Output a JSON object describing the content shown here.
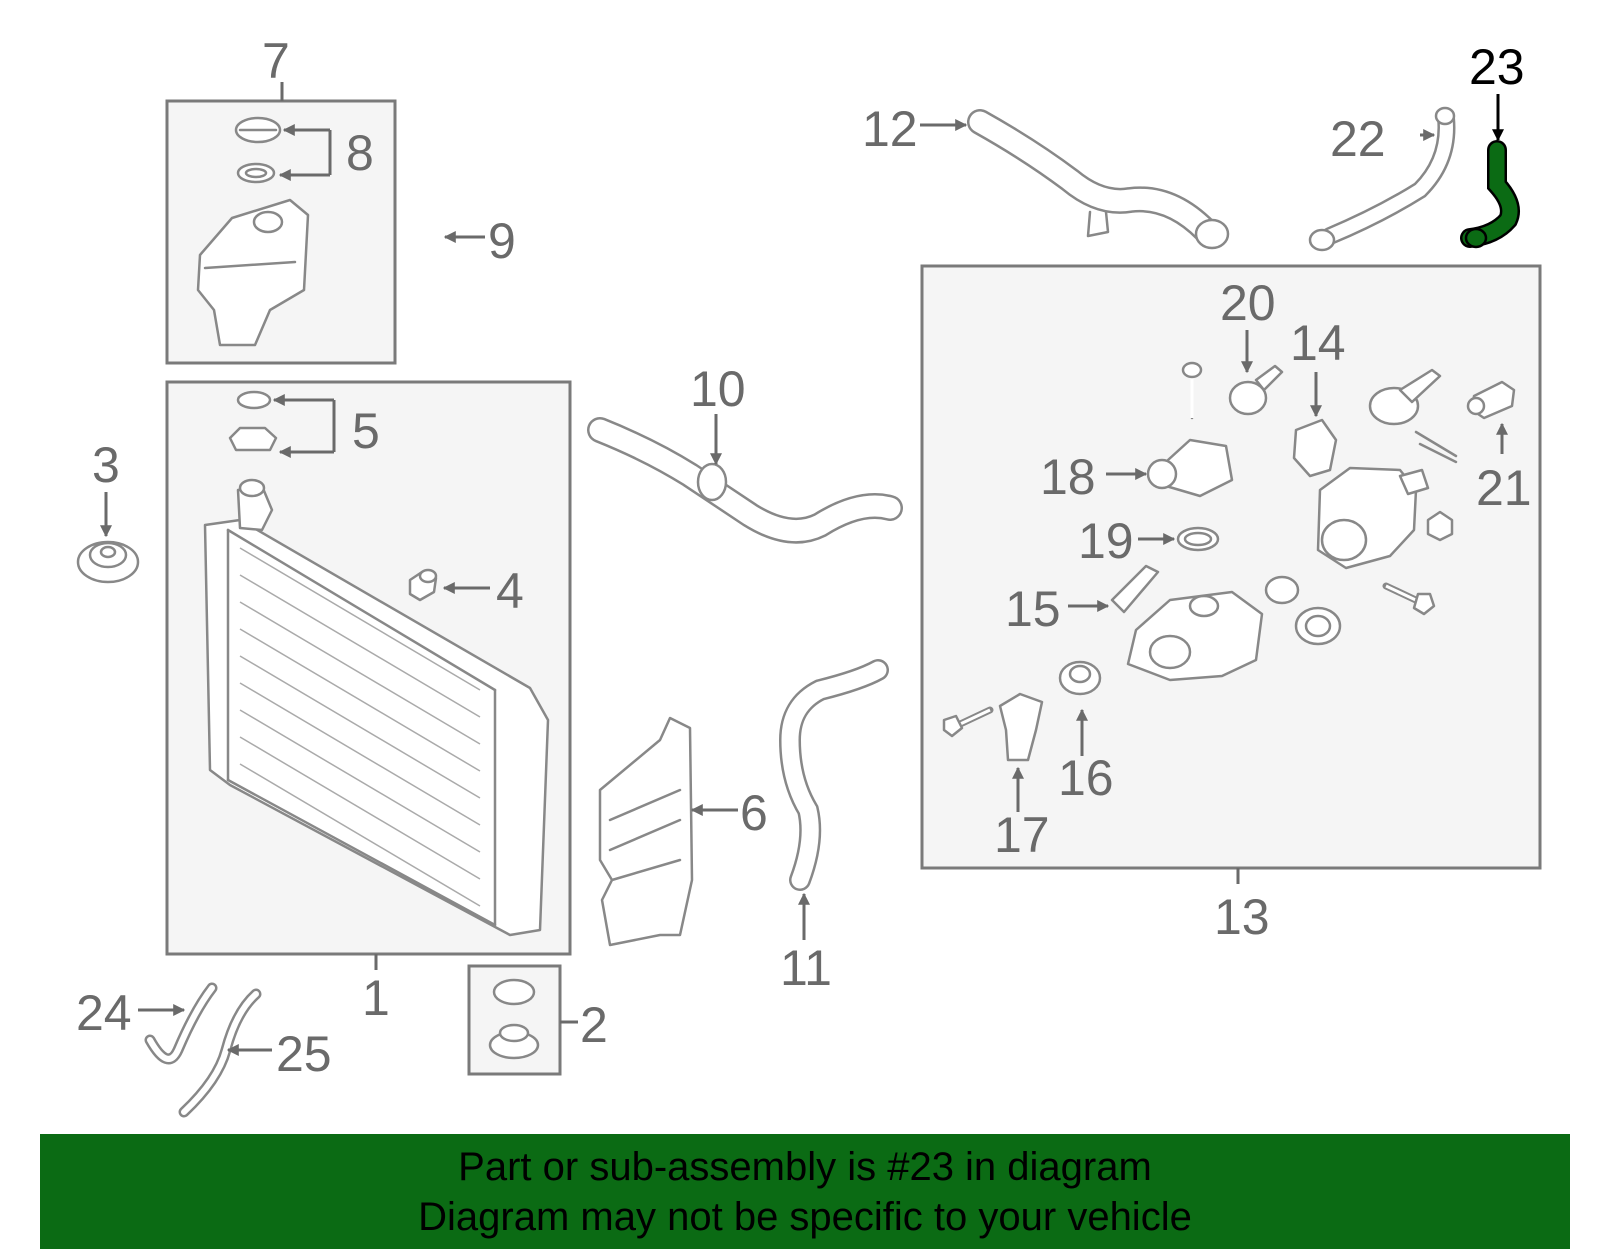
{
  "diagram": {
    "highlight_color": "#0b6b14",
    "callouts": {
      "c1": "1",
      "c2": "2",
      "c3": "3",
      "c4": "4",
      "c5": "5",
      "c6": "6",
      "c7": "7",
      "c8": "8",
      "c9": "9",
      "c10": "10",
      "c11": "11",
      "c12": "12",
      "c13": "13",
      "c14": "14",
      "c15": "15",
      "c16": "16",
      "c17": "17",
      "c18": "18",
      "c19": "19",
      "c20": "20",
      "c21": "21",
      "c22": "22",
      "c23": "23",
      "c24": "24",
      "c25": "25"
    },
    "highlighted_part": "23"
  },
  "banner": {
    "line1": "Part or sub-assembly is #23 in diagram",
    "line2": "Diagram may not be specific to your vehicle",
    "background": "#0b6b14"
  }
}
